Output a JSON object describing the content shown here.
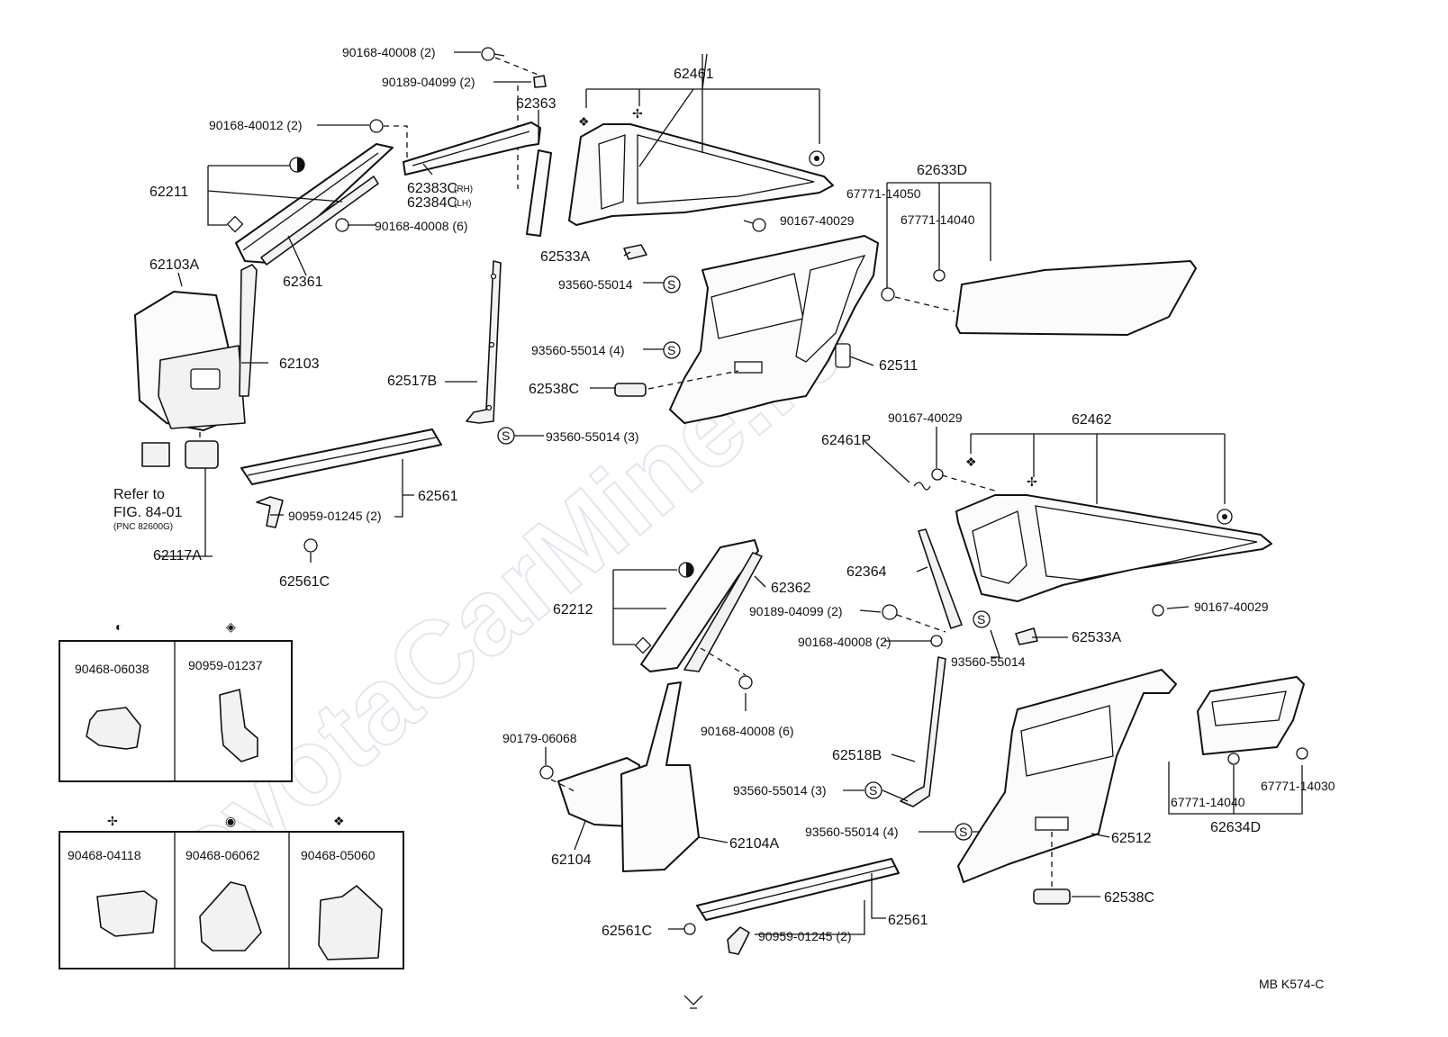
{
  "watermark": "ToyotaCarMine.ru",
  "diagram_code": "MB  K574-C",
  "labels": {
    "p90168_40008_2_top": "90168-40008 (2)",
    "p90189_04099_2_top": "90189-04099 (2)",
    "p62363": "62363",
    "p62461": "62461",
    "p90168_40012": "90168-40012 (2)",
    "p62211": "62211",
    "p62383c": "62383C",
    "p62384c": "62384C",
    "rh": "(RH)",
    "lh": "(LH)",
    "p90168_40008_6_top": "90168-40008 (6)",
    "p62361": "62361",
    "p62103a": "62103A",
    "p62103": "62103",
    "p90167_40029_a": "90167-40029",
    "p62533a_top": "62533A",
    "p93560_55014_a": "93560-55014",
    "p93560_55014_4_a": "93560-55014 (4)",
    "p62538c_top": "62538C",
    "p62517b": "62517B",
    "p93560_55014_3_a": "93560-55014 (3)",
    "p62511": "62511",
    "p62633d": "62633D",
    "p67771_14050": "67771-14050",
    "p67771_14040_a": "67771-14040",
    "refer1": "Refer to",
    "refer2": "FIG. 84-01",
    "refer3": "(PNC 82600G)",
    "p62117a": "62117A",
    "p62561_top": "62561",
    "p90959_01245_a": "90959-01245 (2)",
    "p62561c_top": "62561C",
    "p90167_40029_b": "90167-40029",
    "p62461p": "62461P",
    "p62462": "62462",
    "p62212": "62212",
    "p62362": "62362",
    "p62364": "62364",
    "p90189_04099_2_b": "90189-04099 (2)",
    "p90168_40008_2_b": "90168-40008 (2)",
    "p93560_55014_b": "93560-55014",
    "p62533a_b": "62533A",
    "p90167_40029_c": "90167-40029",
    "p90168_40008_6_b": "90168-40008 (6)",
    "p90179_06068": "90179-06068",
    "p62104": "62104",
    "p62104a": "62104A",
    "p62518b": "62518B",
    "p93560_55014_3_b": "93560-55014 (3)",
    "p93560_55014_4_b": "93560-55014 (4)",
    "p62512": "62512",
    "p62538c_b": "62538C",
    "p62561_b": "62561",
    "p62561c_b": "62561C",
    "p90959_01245_b": "90959-01245 (2)",
    "p67771_14040_b": "67771-14040",
    "p67771_14030": "67771-14030",
    "p62634d": "62634D"
  },
  "legend": {
    "clips_top": [
      "90468-06038",
      "90959-01237"
    ],
    "clips_bottom": [
      "90468-04118",
      "90468-06062",
      "90468-05060"
    ]
  }
}
